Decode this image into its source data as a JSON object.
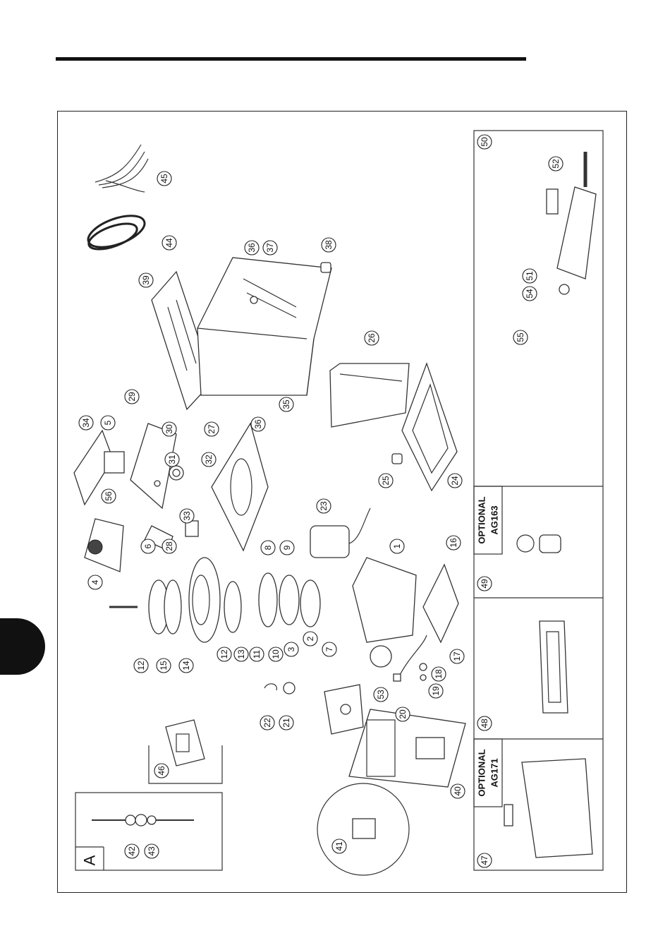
{
  "callouts": [
    "1",
    "2",
    "3",
    "4",
    "5",
    "6",
    "7",
    "8",
    "9",
    "10",
    "11",
    "12",
    "12",
    "13",
    "14",
    "15",
    "16",
    "17",
    "18",
    "19",
    "20",
    "21",
    "22",
    "23",
    "24",
    "25",
    "26",
    "27",
    "28",
    "29",
    "30",
    "31",
    "32",
    "33",
    "34",
    "35",
    "36",
    "36",
    "37",
    "38",
    "39",
    "40",
    "41",
    "42",
    "43",
    "44",
    "45",
    "46",
    "47",
    "48",
    "49",
    "50",
    "51",
    "52",
    "53",
    "54",
    "55",
    "56"
  ],
  "inset_a": {
    "letter": "A"
  },
  "optional_47": {
    "line1": "OPTIONAL",
    "line2": "AG171"
  },
  "optional_49": {
    "line1": "OPTIONAL",
    "line2": "AG163"
  }
}
